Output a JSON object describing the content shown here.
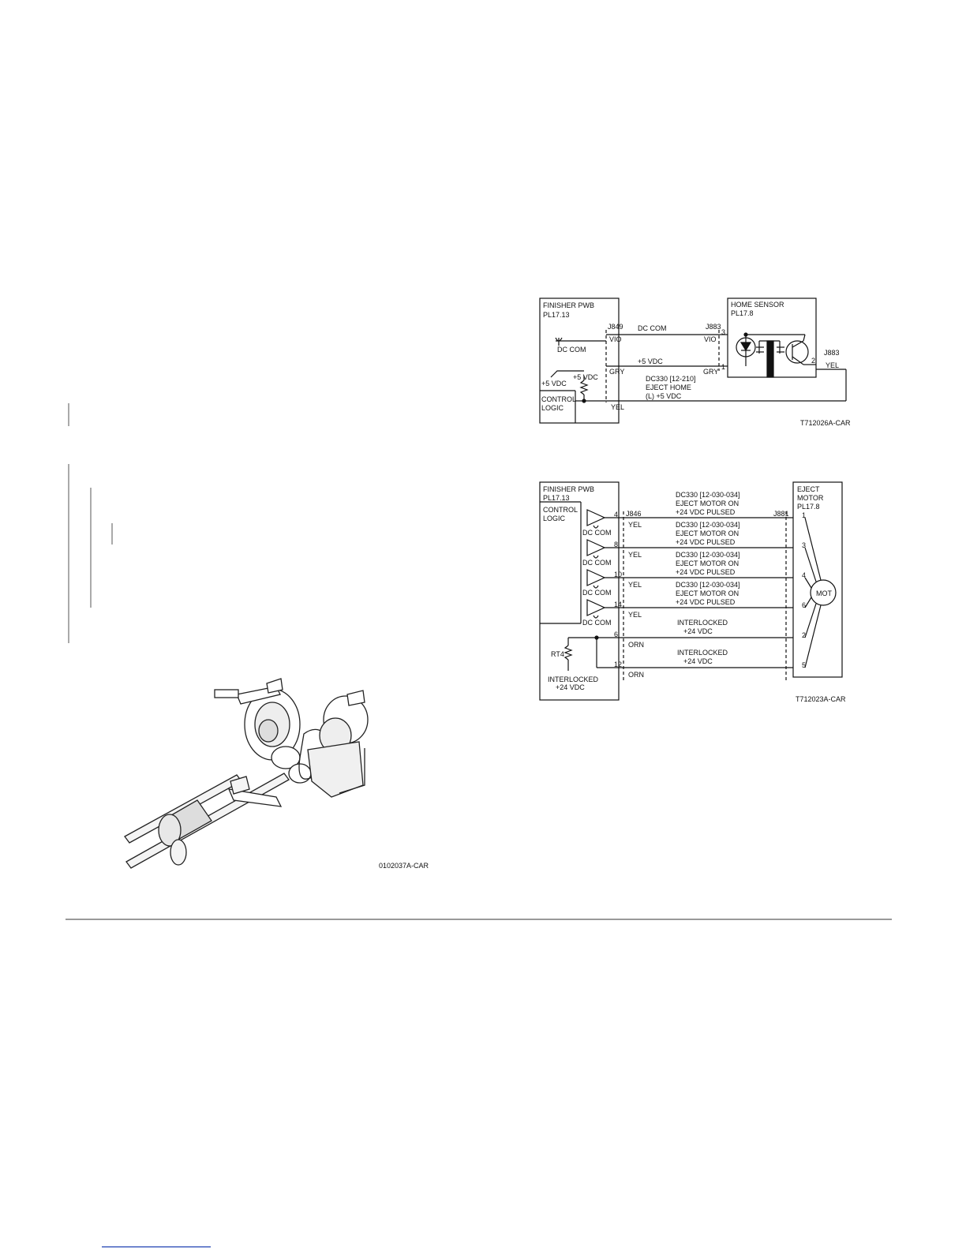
{
  "diagram1": {
    "pwb_title": "FINISHER PWB",
    "pwb_pl": "PL17.13",
    "sensor_title": "HOME SENSOR",
    "sensor_pl": "PL17.8",
    "j849": "J849",
    "j883_top": "J883",
    "j883_right": "J883",
    "dc_com_line": "DC COM",
    "plus5_line": "+5 VDC",
    "vio_left": "VIO",
    "vio_right": "VIO",
    "gry_left": "GRY",
    "gry_right": "GRY",
    "yel_bottom": "YEL",
    "yel_right": "YEL",
    "pin3": "3",
    "pin1": "1",
    "pin2": "2",
    "dc_com_gnd": "DC COM",
    "plus5_left": "+5 VDC",
    "plus5_pullup": "+5 VDC",
    "control": "CONTROL",
    "logic": "LOGIC",
    "signal_l1": "DC330 [12-210]",
    "signal_l2": "EJECT HOME",
    "signal_l3": "(L) +5 VDC",
    "figure_id": "T712026A-CAR"
  },
  "diagram2": {
    "pwb_title": "FINISHER PWB",
    "pwb_pl": "PL17.13",
    "control": "CONTROL",
    "logic": "LOGIC",
    "motor_l1": "EJECT",
    "motor_l2": "MOTOR",
    "motor_pl": "PL17.8",
    "j846": "J846",
    "j881": "J881",
    "mot": "MOT",
    "dc_com": "DC COM",
    "rt4": "RT4",
    "interlocked": "INTERLOCKED",
    "plus24": "+24 VDC",
    "figure_id": "T712023A-CAR",
    "drive_rows": [
      {
        "pin_left": "4",
        "wire": "YEL",
        "pin_right": "1",
        "l1": "DC330 [12-030-034]",
        "l2": "EJECT MOTOR ON",
        "l3": "+24 VDC PULSED"
      },
      {
        "pin_left": "8",
        "wire": "YEL",
        "pin_right": "3",
        "l1": "DC330 [12-030-034]",
        "l2": "EJECT MOTOR ON",
        "l3": "+24 VDC PULSED"
      },
      {
        "pin_left": "10",
        "wire": "YEL",
        "pin_right": "4",
        "l1": "DC330 [12-030-034]",
        "l2": "EJECT MOTOR ON",
        "l3": "+24 VDC PULSED"
      },
      {
        "pin_left": "14",
        "wire": "YEL",
        "pin_right": "6",
        "l1": "DC330 [12-030-034]",
        "l2": "EJECT MOTOR ON",
        "l3": "+24 VDC PULSED"
      }
    ],
    "power_rows": [
      {
        "pin_left": "6",
        "wire": "ORN",
        "pin_right": "2",
        "l1": "INTERLOCKED",
        "l2": "+24 VDC"
      },
      {
        "pin_left": "12",
        "wire": "ORN",
        "pin_right": "5",
        "l1": "INTERLOCKED",
        "l2": "+24 VDC"
      }
    ]
  },
  "illustration": {
    "figure_id": "0102037A-CAR"
  }
}
